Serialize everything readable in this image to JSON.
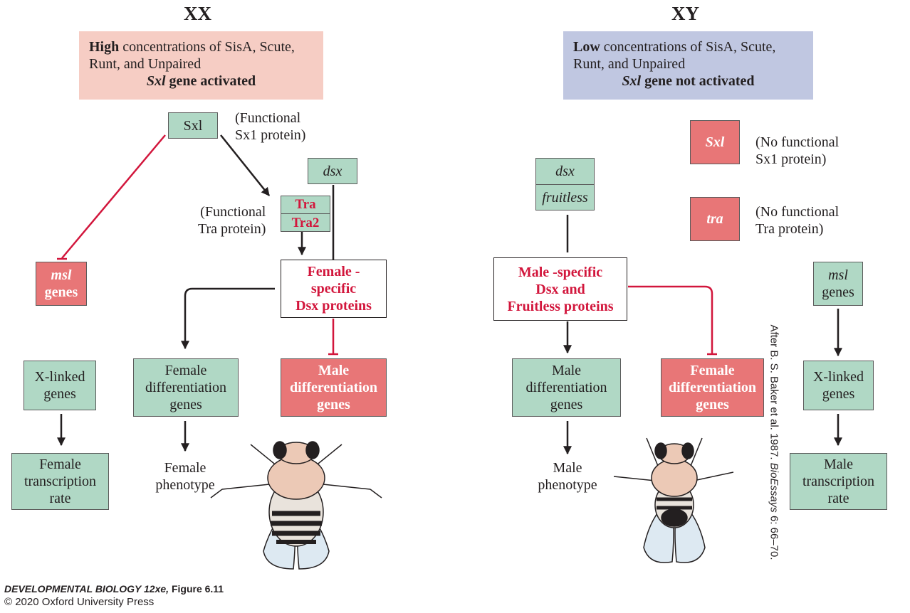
{
  "xx": {
    "header": "XX",
    "condition": {
      "line1_bold": "High",
      "line1_rest": " concentrations of SisA, Scute,",
      "line2": "Runt, and Unpaired",
      "line3_gene": "Sxl",
      "line3_rest": " gene activated"
    },
    "sxl_box": "Sxl",
    "functional_sxl_note": {
      "line1": "(Functional",
      "line2": "Sx1 protein)"
    },
    "dsx_box": "dsx",
    "tra_box": {
      "top": "Tra",
      "bottom": "Tra2"
    },
    "functional_tra_note": {
      "line1": "(Functional",
      "line2": "Tra protein)"
    },
    "msl_box": {
      "line1": "msl",
      "line2": "genes"
    },
    "dsx_protein_box": {
      "line1": "Female -",
      "line2": "specific",
      "line3": "Dsx proteins"
    },
    "xlinked_box": {
      "line1": "X-linked",
      "line2": "genes"
    },
    "transcription_box": {
      "line1": "Female",
      "line2": "transcription",
      "line3": "rate"
    },
    "diff_box": {
      "line1": "Female",
      "line2": "differentiation",
      "line3": "genes"
    },
    "repressed_diff_box": {
      "line1": "Male",
      "line2": "differentiation",
      "line3": "genes"
    },
    "phenotype": {
      "line1": "Female",
      "line2": "phenotype"
    }
  },
  "xy": {
    "header": "XY",
    "condition": {
      "line1_bold": "Low",
      "line1_rest": " concentrations of SisA, Scute,",
      "line2": "Runt, and Unpaired",
      "line3_gene": "Sxl",
      "line3_rest": " gene not activated"
    },
    "dsx_box": {
      "top": "dsx",
      "bottom": "fruitless"
    },
    "sxl_box": "Sxl",
    "no_sxl_note": {
      "line1": "(No functional",
      "line2": "Sx1 protein)"
    },
    "tra_box": "tra",
    "no_tra_note": {
      "line1": "(No functional",
      "line2": "Tra protein)"
    },
    "dsx_protein_box": {
      "line1": "Male -specific",
      "line2": "Dsx and",
      "line3": "Fruitless proteins"
    },
    "msl_box": {
      "line1": "msl",
      "line2": "genes"
    },
    "diff_box": {
      "line1": "Male",
      "line2": "differentiation",
      "line3": "genes"
    },
    "repressed_diff_box": {
      "line1": "Female",
      "line2": "differentiation",
      "line3": "genes"
    },
    "xlinked_box": {
      "line1": "X-linked",
      "line2": "genes"
    },
    "transcription_box": {
      "line1": "Male",
      "line2": "transcription",
      "line3": "rate"
    },
    "phenotype": {
      "line1": "Male",
      "line2": "phenotype"
    }
  },
  "attribution": {
    "prefix": "After B. S. Baker et al. 1987. ",
    "journal": "BioEssays",
    "suffix": " 6: 66–70."
  },
  "footer": {
    "book": "DEVELOPMENTAL BIOLOGY 12xe,",
    "figure": " Figure 6.11",
    "copyright": "© 2020 Oxford University Press"
  },
  "colors": {
    "green_box": "#b0d8c5",
    "red_box": "#e87677",
    "accent_text": "#d2163c",
    "repression_line": "#d2163c",
    "xx_condition": "#f6cdc4",
    "xy_condition": "#c0c7e1"
  },
  "icons": [
    "female-fly-illustration",
    "male-fly-illustration"
  ]
}
